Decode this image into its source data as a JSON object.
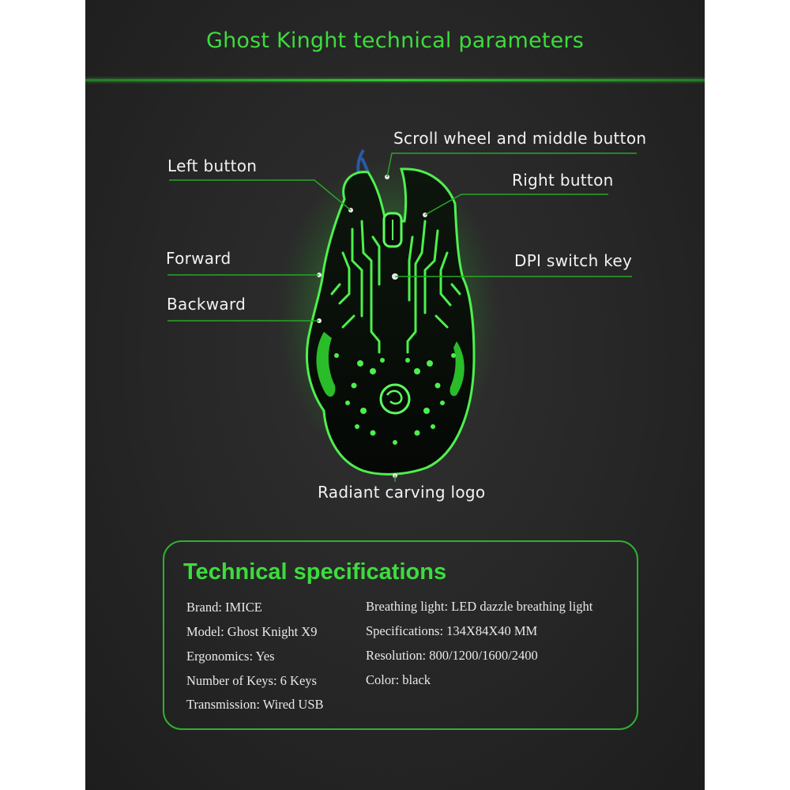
{
  "page": {
    "title": "Ghost Kinght technical parameters"
  },
  "callouts": {
    "scroll_wheel": "Scroll wheel and middle button",
    "left_button": "Left button",
    "right_button": "Right button",
    "forward": "Forward",
    "dpi_switch": "DPI switch key",
    "backward": "Backward",
    "logo": "Radiant carving logo"
  },
  "specs": {
    "title": "Technical specifications",
    "left": [
      "Brand: IMICE",
      "Model: Ghost Knight X9",
      "Ergonomics: Yes",
      "Number of Keys: 6 Keys",
      "Transmission: Wired USB"
    ],
    "right": [
      "Breathing light: LED dazzle breathing light",
      "Specifications: 134X84X40 MM",
      "Resolution: 800/1200/1600/2400",
      "Color: black"
    ]
  },
  "colors": {
    "accent_green": "#3ddc3d",
    "background": "#262626"
  }
}
